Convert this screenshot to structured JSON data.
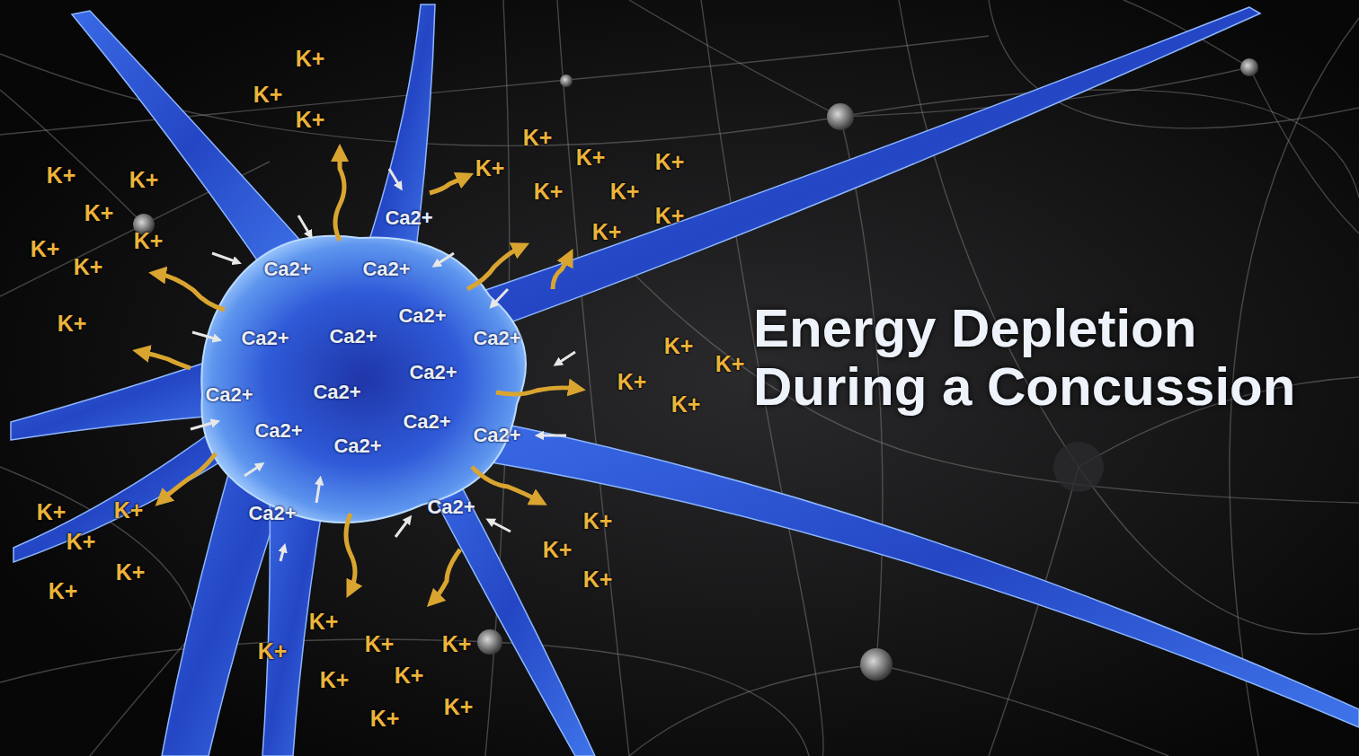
{
  "diagram": {
    "title": "Energy Depletion During a Concussion",
    "labels": [
      "K+",
      "K+",
      "K+",
      "K+",
      "K+",
      "K+",
      "K+",
      "K+",
      "K+",
      "K+",
      "K+",
      "K+",
      "K+",
      "K+",
      "K+",
      "K+",
      "K+",
      "K+",
      "K+",
      "K+",
      "K+",
      "K+",
      "K+",
      "K+",
      "K+",
      "K+",
      "K+",
      "K+",
      "K+",
      "K+",
      "K+",
      "K+",
      "K+",
      "K+",
      "K+",
      "K+",
      "K+",
      "K+",
      "Ca2+",
      "Ca2+",
      "Ca2+",
      "Ca2+",
      "Ca2+",
      "Ca2+",
      "Ca2+",
      "Ca2+",
      "Ca2+",
      "Ca2+",
      "Ca2+",
      "Ca2+",
      "Ca2+",
      "Ca2+",
      "Ca2+",
      "Ca2+"
    ]
  }
}
